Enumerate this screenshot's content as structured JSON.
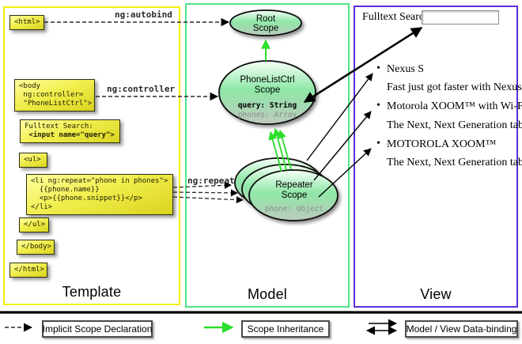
{
  "template_panel": {
    "label": "Template",
    "boxes": {
      "html_open": "<html>",
      "body_open": "<body\n ng:controller=\n \"PhoneListCtrl\">",
      "fulltext_line1": "Fulltext Search:",
      "fulltext_line2": " <input name=\"query\">",
      "ul_open": "<ul>",
      "li_repeat": "<li ng:repeat=\"phone in phones\">\n  {{phone.name}}\n  <p>{{phone.snippet}}</p>\n</li>",
      "ul_close": "</ul>",
      "body_close": "</body>",
      "html_close": "</html>"
    }
  },
  "model_panel": {
    "label": "Model",
    "root_scope": {
      "line1": "Root",
      "line2": "Scope"
    },
    "phonelist_scope": {
      "line1": "PhoneListCtrl",
      "line2": "Scope",
      "prop1": "query: String",
      "prop2": "phones: Array"
    },
    "repeater_scope": {
      "line1": "Repeater",
      "line2": "Scope",
      "prop1": "phone: Object"
    }
  },
  "view_panel": {
    "label": "View",
    "search_label": "Fulltext Search:",
    "search_value": "",
    "items": [
      {
        "name": "Nexus S",
        "snippet": "Fast just got faster with Nexus S."
      },
      {
        "name": "Motorola XOOM™ with Wi-Fi",
        "snippet": "The Next, Next Generation tablet."
      },
      {
        "name": "MOTOROLA XOOM™",
        "snippet": "The Next, Next Generation tablet."
      }
    ]
  },
  "connectors": {
    "autobind_label": "ng:autobind",
    "controller_label": "ng:controller",
    "repeat_label": "ng:repeat"
  },
  "legend": {
    "implicit": "Implicit Scope Declaration",
    "inheritance": "Scope Inheritance",
    "binding": "Model / View Data-binding"
  },
  "colors": {
    "template_border": "#f5ef0a",
    "model_border": "#4fe38a",
    "view_border": "#5a2fd8",
    "inheritance_arrow": "#2ade2a"
  }
}
